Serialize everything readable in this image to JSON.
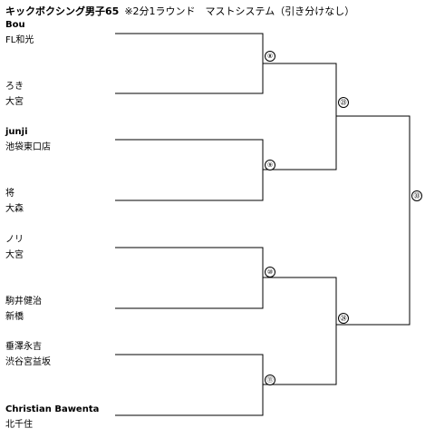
{
  "title": {
    "main": "キックボクシング男子65",
    "note": "※2分1ラウンド　マストシステム（引き分けなし）"
  },
  "competitors": [
    {
      "name": "Bou",
      "gym": "FL和光"
    },
    {
      "name": "ろき",
      "gym": "大宮"
    },
    {
      "name": "junji",
      "gym": "池袋東口店"
    },
    {
      "name": "将",
      "gym": "大森"
    },
    {
      "name": "ノリ",
      "gym": "大宮"
    },
    {
      "name": "駒井健治",
      "gym": "新橋"
    },
    {
      "name": "垂澤永吉",
      "gym": "渋谷宮益坂"
    },
    {
      "name": "Christian Bawenta",
      "gym": "北千住"
    }
  ],
  "matches": {
    "m8": "⑧",
    "m9": "⑨",
    "m10": "⑩",
    "m11": "⑪",
    "m23": "㉓",
    "m24": "㉔",
    "m33": "㉝"
  }
}
